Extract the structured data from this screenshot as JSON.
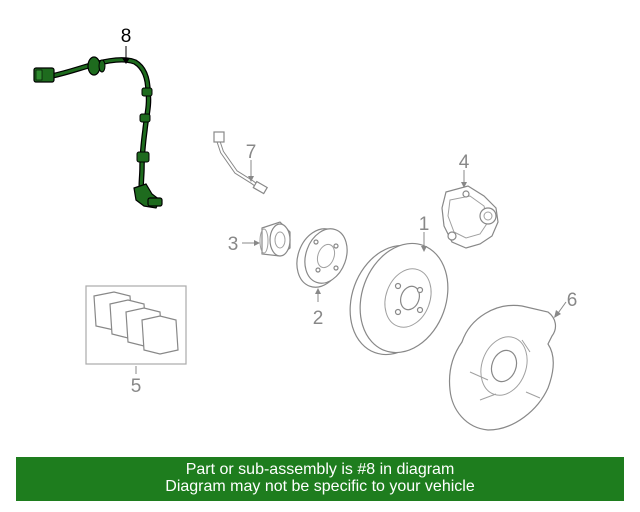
{
  "callouts": {
    "c1": "1",
    "c2": "2",
    "c3": "3",
    "c4": "4",
    "c5": "5",
    "c6": "6",
    "c7": "7",
    "c8": "8"
  },
  "highlighted_part": "8",
  "banner": {
    "line1": "Part or sub-assembly is #8 in diagram",
    "line2": "Diagram may not be specific to your vehicle",
    "color": "#1e7d1e"
  },
  "colors": {
    "highlight": "#1e6b1e",
    "parts": "#888888"
  }
}
